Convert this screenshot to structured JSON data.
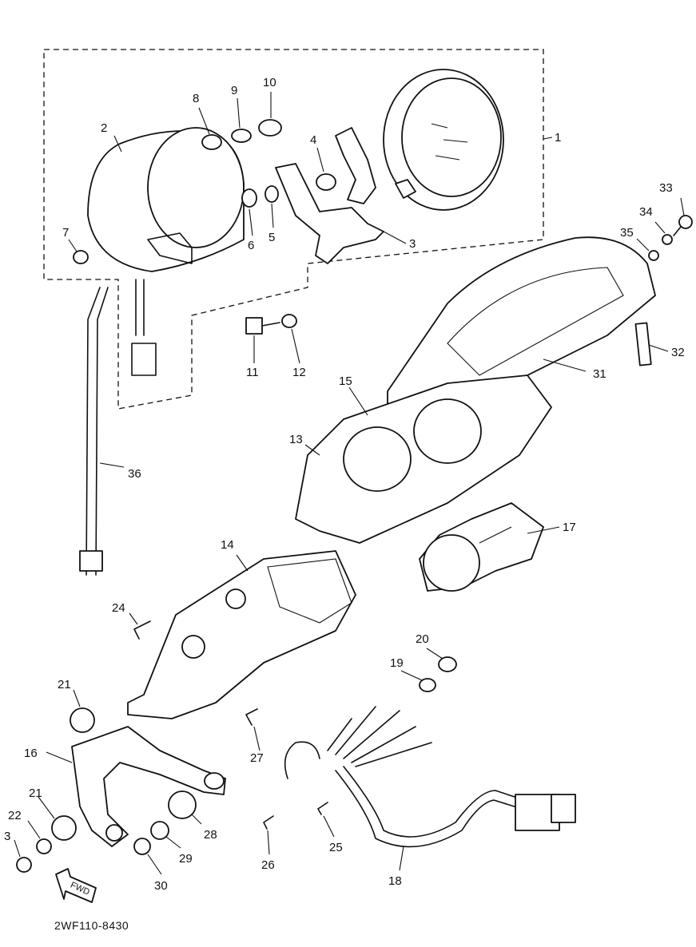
{
  "callouts": {
    "c1": "1",
    "c2": "2",
    "c3a": "3",
    "c3b": "3",
    "c4": "4",
    "c5": "5",
    "c6": "6",
    "c7": "7",
    "c8": "8",
    "c9": "9",
    "c10": "10",
    "c11": "11",
    "c12": "12",
    "c13": "13",
    "c14": "14",
    "c15": "15",
    "c16": "16",
    "c17": "17",
    "c18": "18",
    "c19": "19",
    "c20": "20",
    "c21a": "21",
    "c21b": "21",
    "c22": "22",
    "c24": "24",
    "c25": "25",
    "c26": "26",
    "c27": "27",
    "c28": "28",
    "c29": "29",
    "c30": "30",
    "c31": "31",
    "c32": "32",
    "c33": "33",
    "c34": "34",
    "c35": "35",
    "c36": "36"
  },
  "fwd_label": "FWD",
  "part_code": "2WF110-8430"
}
